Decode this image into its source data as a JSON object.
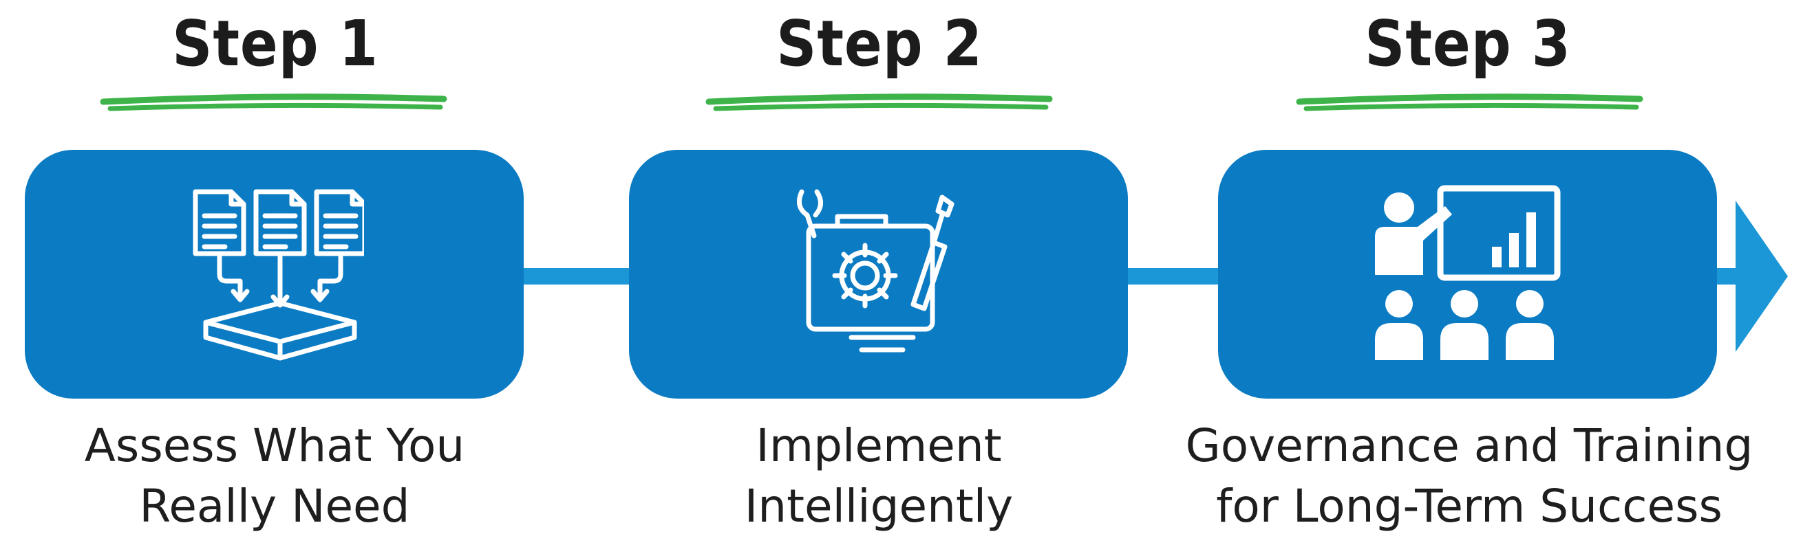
{
  "colors": {
    "card": "#0b7bc3",
    "connector": "#1b96d6",
    "underline": "#3db34a",
    "text": "#1e1e1e"
  },
  "steps": [
    {
      "title": "Step 1",
      "icon": "documents-to-tray-icon",
      "caption_lines": [
        "Assess What You",
        "Really Need"
      ]
    },
    {
      "title": "Step 2",
      "icon": "toolbox-gear-wrench-screwdriver-icon",
      "caption_lines": [
        "Implement",
        "Intelligently"
      ]
    },
    {
      "title": "Step 3",
      "icon": "presenter-audience-chart-icon",
      "caption_lines": [
        "Governance and Training",
        "for Long-Term Success"
      ]
    }
  ]
}
